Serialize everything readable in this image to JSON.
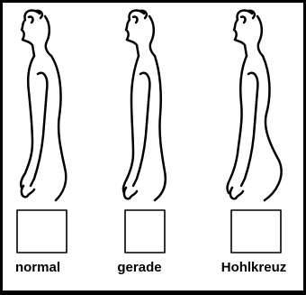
{
  "figures": [
    {
      "label": "normal"
    },
    {
      "label": "gerade"
    },
    {
      "label": "Hohlkreuz"
    }
  ],
  "colors": {
    "stroke": "#000000",
    "background": "#ffffff"
  }
}
